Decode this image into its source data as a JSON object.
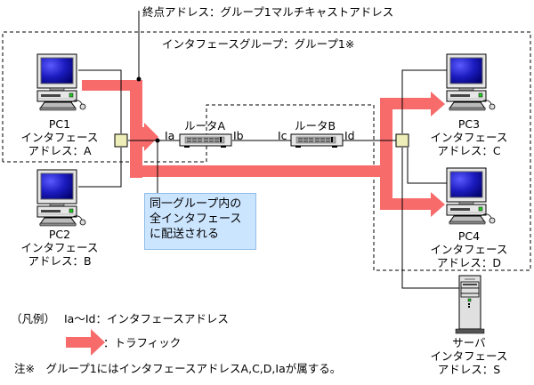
{
  "title_label": "終点アドレス：グループ1マルチキャストアドレス",
  "group_label": "インタフェースグループ：グループ1※",
  "devices": {
    "pc1": {
      "name": "PC1",
      "line1": "インタフェース",
      "line2": "アドレス：A"
    },
    "pc2": {
      "name": "PC2",
      "line1": "インタフェース",
      "line2": "アドレス：B"
    },
    "pc3": {
      "name": "PC3",
      "line1": "インタフェース",
      "line2": "アドレス：C"
    },
    "pc4": {
      "name": "PC4",
      "line1": "インタフェース",
      "line2": "アドレス：D"
    },
    "server": {
      "name": "サーバ",
      "line1": "インタフェース",
      "line2": "アドレス：S"
    }
  },
  "routers": {
    "a": {
      "name": "ルータA",
      "if_left": "Ia",
      "if_right": "Ib"
    },
    "b": {
      "name": "ルータB",
      "if_left": "Ic",
      "if_right": "Id"
    }
  },
  "callout": {
    "line1": "同一グループ内の",
    "line2": "全インタフェース",
    "line3": "に配送される"
  },
  "legend": {
    "prefix": "（凡例）",
    "interface_text": "Ia～Id：インタフェースアドレス",
    "traffic_text": "：トラフィック"
  },
  "footnote": "注※　グループ1にはインタフェースアドレスA,C,D,Iaが属する。",
  "colors": {
    "traffic": "#f76b6b",
    "hub": "#eeeeb8",
    "callout_bg": "#cce5ff",
    "monitor_screen": "#1a1aa0"
  }
}
